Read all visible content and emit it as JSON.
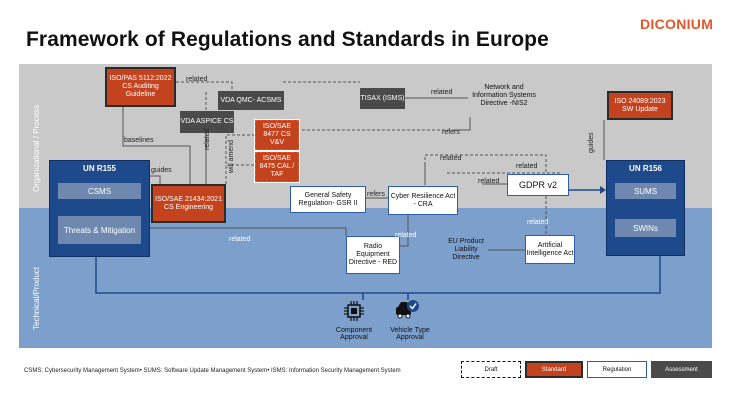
{
  "title": "Framework of Regulations and Standards in Europe",
  "logo": "DICONIUM",
  "bands": {
    "top": "Organizational / Process",
    "bottom": "Technical/Product"
  },
  "un_r155": {
    "title": "UN R155",
    "items": [
      "CSMS",
      "Threats & Mitigation"
    ]
  },
  "un_r156": {
    "title": "UN R156",
    "items": [
      "SUMS",
      "SWINs"
    ]
  },
  "boxes": {
    "iso_pas": "ISO/PAS 5112:2022 CS Auditing Guideline",
    "vda_qmc": "VDA QMC- ACSMS",
    "vda_aspice": "VDA ASPICE CS",
    "iso_8477": "ISO/SAE 8477 CS V&V",
    "iso_8475": "ISO/SAE 8475 CAL / TAF",
    "iso_21434": "ISO/SAE 21434:2021 CS Engineering",
    "tisax": "TISAX (ISMS)",
    "nis2": "Network and Information Systems Directive -NIS2",
    "iso_24089": "ISO 24089:2023 SW Update",
    "gsr": "General Safety Regulation- GSR II",
    "cra": "Cyber Resilience Act - CRA",
    "gdpr": "GDPR v2",
    "red": "Radio Equipment Directive - RED",
    "eu_pld": "EU Product Liability Directive",
    "ai_act": "Artificial Intelligence Act"
  },
  "edge_labels": {
    "related": "related",
    "baselines": "baselines",
    "guides": "guides",
    "will_amend": "will amend",
    "refers": "refers"
  },
  "approvals": {
    "component": "Component Approval",
    "vehicle": "Vehicle Type Approval"
  },
  "footer": "CSMS: Cybersecurity Management System• SUMS: Software Update Management System• ISMS: Information Security Management System",
  "legend": {
    "draft": "Draft",
    "standard": "Standard",
    "regulation": "Regulation",
    "assessment": "Assessment"
  },
  "colors": {
    "orange": "#c4431f",
    "navy": "#1e4a8c",
    "accent": "#e8552a"
  }
}
